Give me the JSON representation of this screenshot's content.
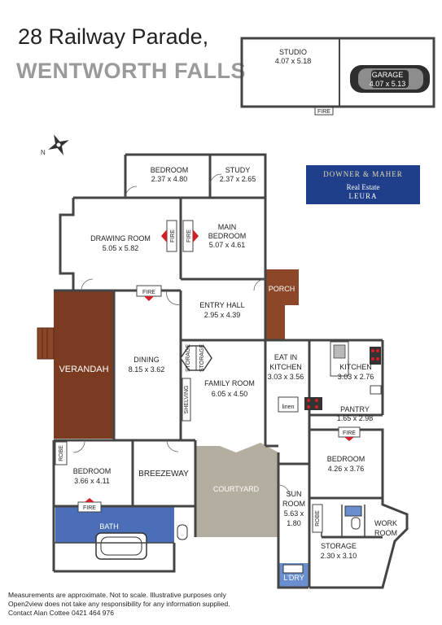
{
  "header": {
    "address_line1": "28 Railway Parade,",
    "address_line2": "WENTWORTH FALLS"
  },
  "logo": {
    "line1": "DOWNER & MAHER",
    "line2": "Real Estate",
    "line3": "LEURA"
  },
  "rooms": {
    "studio": {
      "name": "STUDIO",
      "size": "4.07 x 5.18"
    },
    "garage": {
      "name": "GARAGE",
      "size": "4.07 x 5.13"
    },
    "bedroom_top": {
      "name": "BEDROOM",
      "size": "2.37 x 4.80"
    },
    "study": {
      "name": "STUDY",
      "size": "2.37 x 2.65"
    },
    "drawing_room": {
      "name": "DRAWING ROOM",
      "size": "5.05 x 5.82"
    },
    "main_bedroom": {
      "name1": "MAIN",
      "name2": "BEDROOM",
      "size": "5.07 x 4.61"
    },
    "porch": {
      "name": "PORCH"
    },
    "entry_hall": {
      "name": "ENTRY HALL",
      "size": "2.95 x 4.39"
    },
    "verandah": {
      "name": "VERANDAH"
    },
    "dining": {
      "name": "DINING",
      "size": "8.15 x 3.62"
    },
    "family_room": {
      "name": "FAMILY ROOM",
      "size": "6.05 x 4.50"
    },
    "eat_in_kitchen": {
      "name1": "EAT IN",
      "name2": "KITCHEN",
      "size": "3.03 x 3.56"
    },
    "kitchen": {
      "name": "KITCHEN",
      "size": "3.03 x 2.76"
    },
    "pantry": {
      "name": "PANTRY",
      "size": "1.65 x 2.98"
    },
    "bedroom_right": {
      "name": "BEDROOM",
      "size": "4.26 x 3.76"
    },
    "bedroom_left": {
      "name": "BEDROOM",
      "size": "3.66 x 4.11"
    },
    "breezeway": {
      "name": "BREEZEWAY"
    },
    "courtyard": {
      "name": "COURTYARD"
    },
    "sun_room": {
      "name1": "SUN",
      "name2": "ROOM",
      "size1": "5.63 x",
      "size2": "1.80"
    },
    "work_room": {
      "name1": "WORK",
      "name2": "ROOM"
    },
    "storage_bottom": {
      "name": "STORAGE",
      "size": "2.30 x 3.10"
    },
    "bath": {
      "name": "BATH"
    },
    "laundry": {
      "name": "L'DRY"
    }
  },
  "labels": {
    "fire": "FIRE",
    "storage": "STORAGE",
    "shelving": "SHELVING",
    "robe": "ROBE",
    "linen": "linen"
  },
  "footer": {
    "line1": "Measurements are approximate. Not to scale. Illustrative purposes only",
    "line2": "Open2view does not take any responsibility for any information supplied.",
    "line3": "Contact Alan Cottee 0421 464 976"
  },
  "colors": {
    "verandah": "#7a3b21",
    "porch": "#8b4727",
    "courtyard": "#b4aea0",
    "bath": "#4a6fb8",
    "laundry": "#6a8fcf",
    "fire": "#d21f26",
    "logo": "#1f3f8a"
  }
}
